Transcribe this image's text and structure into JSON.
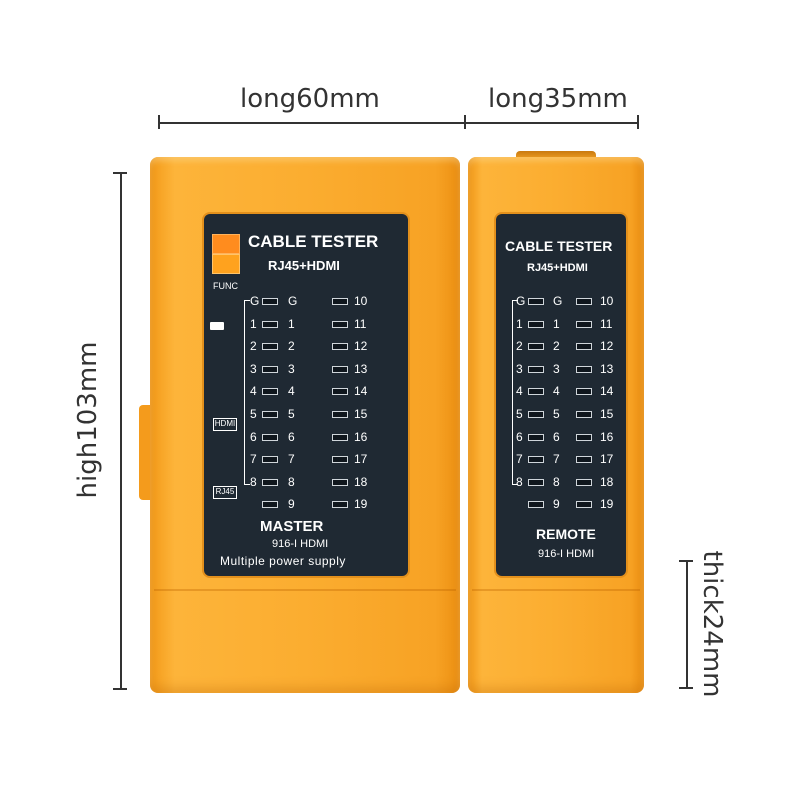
{
  "dimensions": {
    "length_master": "long60mm",
    "length_remote": "long35mm",
    "height": "high103mm",
    "thickness": "thick24mm"
  },
  "master": {
    "title": "CABLE TESTER",
    "subtitle": "RJ45+HDMI",
    "func_label": "FUNC",
    "name": "MASTER",
    "model": "916-I HDMI",
    "note": "Multiple power supply",
    "icon_hdmi": "HDMI",
    "icon_rj45": "RJ45"
  },
  "remote": {
    "title": "CABLE TESTER",
    "subtitle": "RJ45+HDMI",
    "name": "REMOTE",
    "model": "916-I HDMI"
  },
  "led_labels": {
    "left": [
      "G",
      "1",
      "2",
      "3",
      "4",
      "5",
      "6",
      "7",
      "8"
    ],
    "mid": [
      "G",
      "1",
      "2",
      "3",
      "4",
      "5",
      "6",
      "7",
      "8",
      "9"
    ],
    "right": [
      "10",
      "11",
      "12",
      "13",
      "14",
      "15",
      "16",
      "17",
      "18",
      "19"
    ]
  },
  "colors": {
    "housing": "#fbad30",
    "panel": "#1f2933",
    "func_button": "#ff8c1e"
  }
}
